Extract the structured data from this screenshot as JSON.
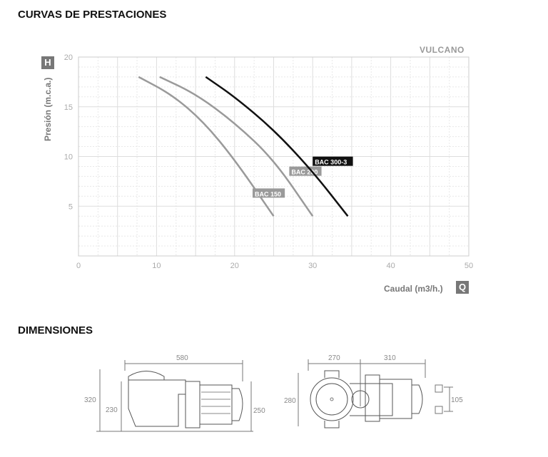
{
  "titles": {
    "performance": "CURVAS DE PRESTACIONES",
    "dimensions": "DIMENSIONES"
  },
  "brand": "VULCANO",
  "chart_data": {
    "type": "line",
    "xlabel": "Caudal (m3/h.)",
    "ylabel": "Presión (m.c.a.)",
    "x_badge": "Q",
    "y_badge": "H",
    "xlim": [
      0,
      50
    ],
    "ylim": [
      0,
      20
    ],
    "xticks": [
      "0",
      "10",
      "20",
      "30",
      "40",
      "50"
    ],
    "yticks": [
      "5",
      "10",
      "15",
      "20"
    ],
    "grid": true,
    "series": [
      {
        "name": "BAC 150",
        "color": "#9a9a9a",
        "x": [
          7.7,
          12,
          16,
          20,
          25
        ],
        "y": [
          18,
          16.2,
          13.5,
          9.7,
          4
        ]
      },
      {
        "name": "BAC 200",
        "color": "#9a9a9a",
        "x": [
          10.4,
          15,
          20,
          25,
          30
        ],
        "y": [
          18,
          16.3,
          13.4,
          9.7,
          4
        ]
      },
      {
        "name": "BAC 300-3",
        "color": "#111111",
        "x": [
          16.3,
          20,
          25,
          30,
          34.5
        ],
        "y": [
          18,
          16,
          12.7,
          8.5,
          4
        ]
      }
    ]
  },
  "dimensions": {
    "length": "580",
    "height_total": "320",
    "height_inlet": "230",
    "height_motor": "250",
    "width_left": "270",
    "width_right": "310",
    "height_top": "280",
    "foot_spacing": "105"
  }
}
